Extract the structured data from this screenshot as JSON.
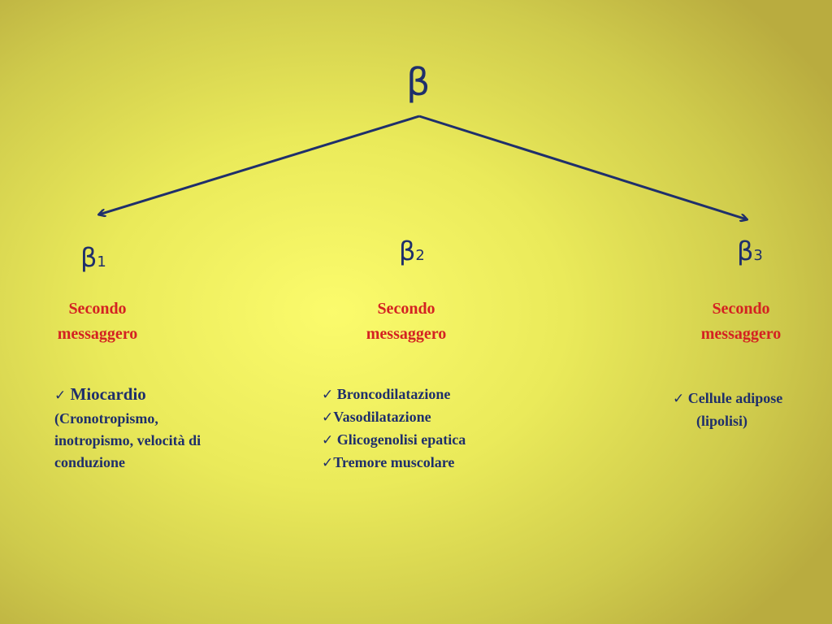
{
  "root": {
    "symbol": "β"
  },
  "branches": [
    {
      "symbol": "β",
      "subscript": "1",
      "messenger": [
        "Secondo",
        "messaggero"
      ],
      "items": [
        {
          "check": "✓",
          "text": "Miocardio"
        }
      ],
      "details": [
        "(Cronotropismo,",
        "inotropismo, velocità di",
        "conduzione"
      ]
    },
    {
      "symbol": "β",
      "subscript": "2",
      "messenger": [
        "Secondo",
        "messaggero"
      ],
      "items": [
        {
          "check": "✓",
          "text": "Broncodilatazione"
        },
        {
          "check": "✓",
          "text": "Vasodilatazione"
        },
        {
          "check": "✓",
          "text": "Glicogenolisi epatica"
        },
        {
          "check": "✓",
          "text": "Tremore muscolare"
        }
      ]
    },
    {
      "symbol": "β",
      "subscript": "3",
      "messenger": [
        "Secondo",
        "messaggero"
      ],
      "items": [
        {
          "check": "✓",
          "text": "Cellule adipose"
        }
      ],
      "details": [
        "(lipolisi)"
      ]
    }
  ],
  "colors": {
    "text_dark": "#1f2f6b",
    "text_red": "#d42222",
    "arrow": "#1f2f6b"
  }
}
